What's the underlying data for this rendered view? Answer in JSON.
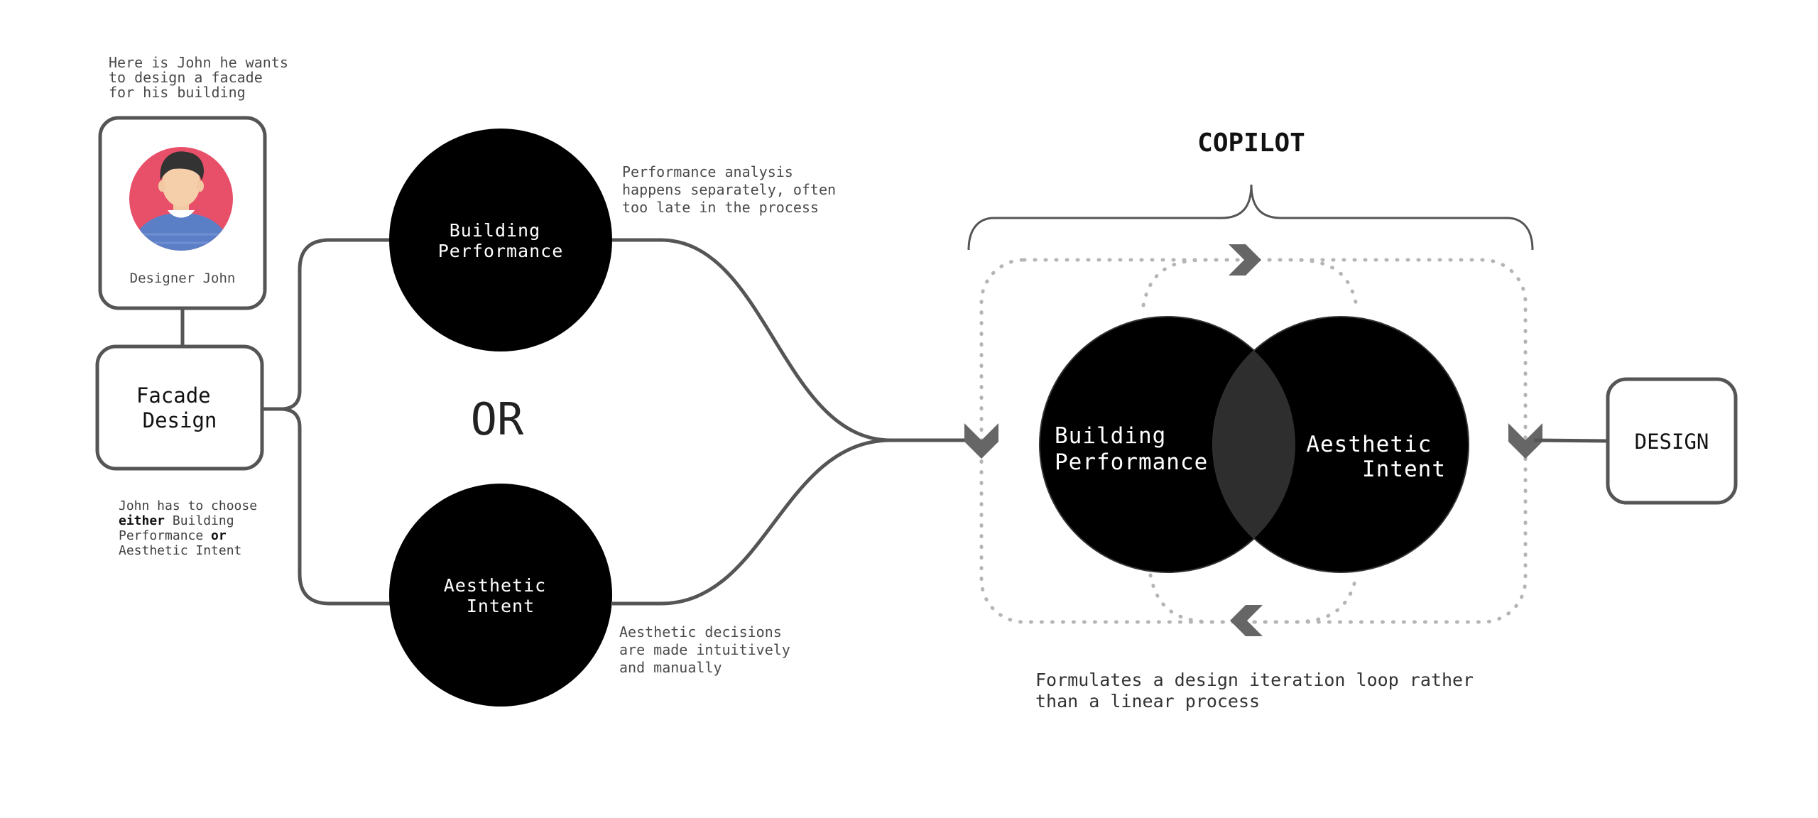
{
  "john": {
    "intro_lines": [
      "Here is John he wants",
      "to design a facade",
      "for his building"
    ],
    "name": "Designer John",
    "choose_lines": [
      [
        {
          "text": "John has to choose",
          "bold": false
        }
      ],
      [
        {
          "text": "either",
          "bold": true
        },
        {
          "text": " Building",
          "bold": false
        }
      ],
      [
        {
          "text": "Performance ",
          "bold": false
        },
        {
          "text": "or",
          "bold": true
        }
      ],
      [
        {
          "text": "Aesthetic Intent",
          "bold": false
        }
      ]
    ]
  },
  "facade": {
    "line1": "Facade",
    "line2": "Design"
  },
  "left_circles": {
    "top": {
      "line1": "Building",
      "line2": "Performance"
    },
    "bottom": {
      "line1": "Aesthetic",
      "line2": "Intent"
    },
    "or_label": "OR"
  },
  "notes": {
    "performance_lines": [
      "Performance analysis",
      "happens separately, often",
      "too late in the process"
    ],
    "aesthetic_lines": [
      "Aesthetic decisions",
      "are made intuitively",
      "and manually"
    ]
  },
  "copilot": {
    "title": "COPILOT",
    "left_circle": {
      "line1": "Building",
      "line2": "Performance"
    },
    "right_circle": {
      "line1": "Aesthetic",
      "line2": "Intent"
    },
    "caption_lines": [
      "Formulates a design iteration loop rather",
      "than a linear process"
    ]
  },
  "design_box": {
    "label": "DESIGN"
  },
  "colors": {
    "stroke": "#555555",
    "circle_fill": "#000000",
    "overlap_fill": "#2e2e2e",
    "dotted": "#b5b5b5",
    "arrow": "#666666",
    "avatar_bg": "#e8506a",
    "avatar_shirt": "#5b7fc7"
  }
}
